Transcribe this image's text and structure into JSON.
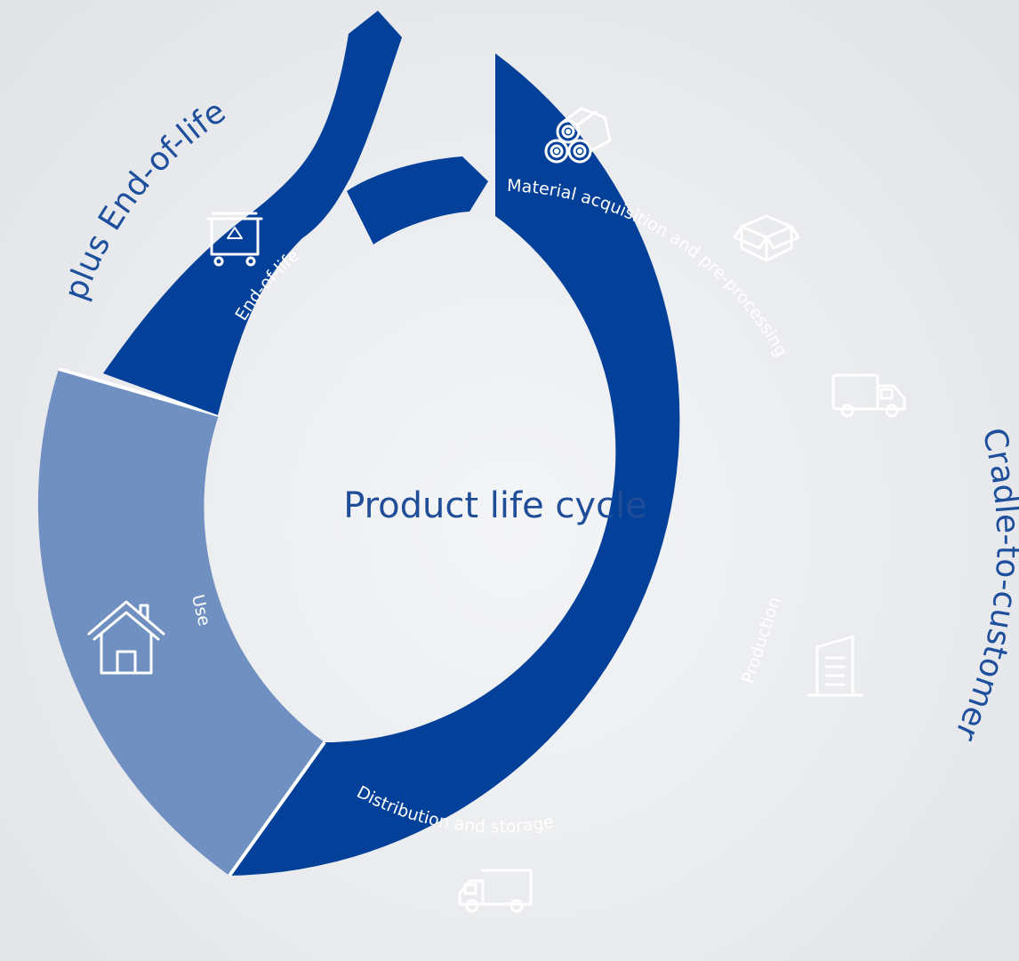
{
  "center_title": "Product life cycle",
  "outer_labels": {
    "cradle_to_customer": "Cradle-to-customer",
    "plus_end_of_life": "plus End-of-life"
  },
  "segments": {
    "material": "Material acquisition and pre-processing",
    "production": "Production",
    "distribution": "Distribution and storage",
    "use": "Use",
    "end_of_life": "End-of-life"
  },
  "icons": {
    "material": "logs-icon",
    "packaging": "box-icon",
    "transport": "truck-icon",
    "production": "building-icon",
    "distribution": "truck-icon",
    "use": "house-icon",
    "end_of_life": "recycle-bin-icon"
  },
  "colors": {
    "dark_blue": "#024099",
    "light_blue": "#7090c2",
    "outer_text": "#1e4f9c",
    "center_text": "#1f4d98",
    "background": "#eceef1"
  }
}
